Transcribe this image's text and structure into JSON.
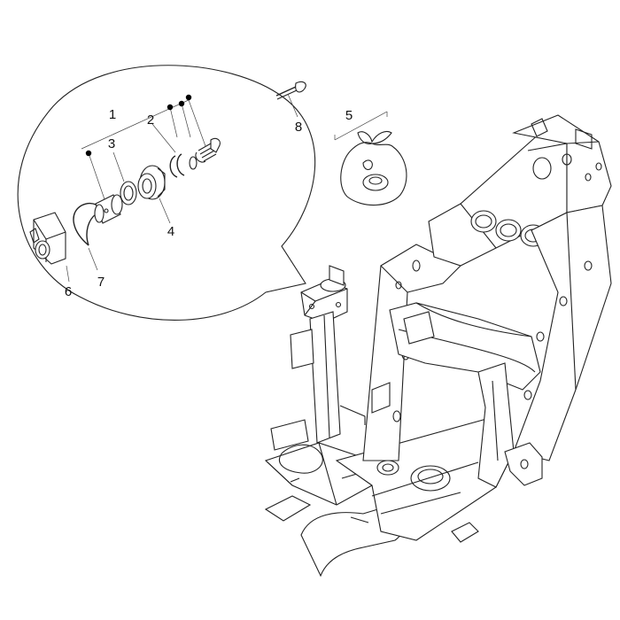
{
  "diagram": {
    "callouts": [
      {
        "id": "1",
        "label": "1"
      },
      {
        "id": "2",
        "label": "2"
      },
      {
        "id": "3",
        "label": "3"
      },
      {
        "id": "4",
        "label": "4"
      },
      {
        "id": "5",
        "label": "5"
      },
      {
        "id": "6",
        "label": "6"
      },
      {
        "id": "7",
        "label": "7"
      },
      {
        "id": "8",
        "label": "8"
      }
    ],
    "colors": {
      "line": "#222222",
      "background": "#ffffff"
    }
  }
}
